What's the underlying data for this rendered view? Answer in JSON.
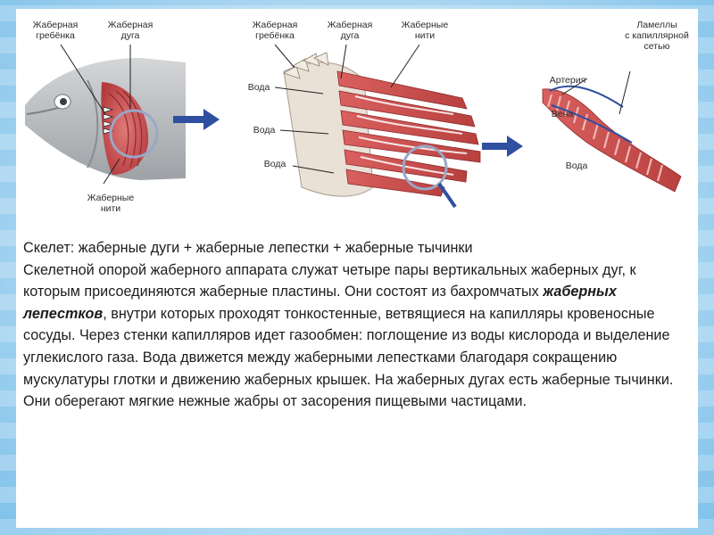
{
  "figure": {
    "labels": {
      "fish_raker": "Жаберная\nгребёнка",
      "fish_arch": "Жаберная\nдуга",
      "fish_filaments": "Жаберные\nнити",
      "mid_raker": "Жаберная\nгребёнка",
      "mid_arch": "Жаберная\nдуга",
      "mid_filaments": "Жаберные\nнити",
      "water_1": "Вода",
      "water_2": "Вода",
      "water_3": "Вода",
      "lamellae": "Ламеллы\nс капиллярной\nсетью",
      "artery": "Артерия",
      "vein": "Вена",
      "water_4": "Вода"
    }
  },
  "text": {
    "line1": "Скелет: жаберные дуги + жаберные лепестки + жаберные тычинки",
    "para_before": "Скелетной опорой жаберного аппарата служат четыре пары вертикальных жаберных дуг, к которым присоединяются жаберные пластины. Они состоят из бахромчатых ",
    "emphasis": "жаберных лепестков",
    "para_after": ", внутри которых проходят тонкостенные, ветвящиеся на капилляры кровеносные сосуды. Через стенки капилляров идет газообмен: поглощение из воды кислорода и выделение углекислого газа. Вода движется между жаберными лепестками благодаря сокращению мускулатуры глотки и движению жаберных крышек. На жаберных дугах есть жаберные тычинки. Они оберегают мягкие нежные жабры от засорения пищевыми частицами."
  },
  "colors": {
    "gill_red": "#c8484a",
    "arrow_blue": "#2f4fa0",
    "fish_grey": "#b9bcbf"
  }
}
